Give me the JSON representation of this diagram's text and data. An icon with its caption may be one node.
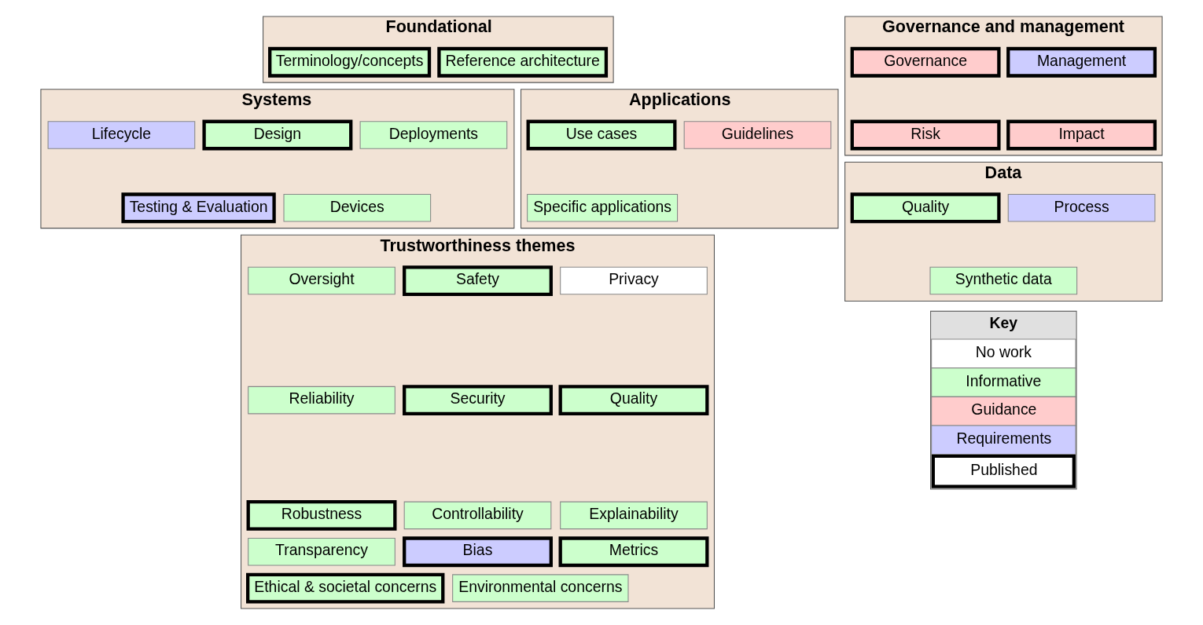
{
  "diagram": {
    "nodes": [
      {
        "text": [
          "Foundational"
        ]
      },
      {
        "text": [
          "Terminology/concepts"
        ],
        "in": 0
      },
      {
        "text": [
          "Reference architecture"
        ],
        "in": 0
      },
      {
        "text": [
          "Governance and management"
        ]
      },
      {
        "text": [
          "Governance"
        ],
        "in": 3
      },
      {
        "text": [
          "Management"
        ],
        "in": 3
      },
      {
        "text": [
          "Risk"
        ],
        "in": 3
      },
      {
        "text": [
          "Impact"
        ],
        "in": 3
      },
      {
        "text": [
          "Systems"
        ]
      },
      {
        "text": [
          "Lifecycle"
        ],
        "in": 8
      },
      {
        "text": [
          "Design"
        ],
        "in": 8
      },
      {
        "text": [
          "Deployments"
        ],
        "in": 8
      },
      {
        "text": [
          "Testing & Evaluation"
        ],
        "in": 8
      },
      {
        "text": [
          "Devices"
        ],
        "in": 8
      },
      {
        "text": [
          "Applications"
        ]
      },
      {
        "text": [
          "Use cases"
        ],
        "in": 14
      },
      {
        "text": [
          "Guidelines"
        ],
        "in": 14
      },
      {
        "text": [
          "Specific applications"
        ],
        "in": 14
      },
      {
        "text": [
          "Data"
        ]
      },
      {
        "text": [
          "Quality"
        ],
        "in": 18
      },
      {
        "text": [
          "Process"
        ],
        "in": 18
      },
      {
        "text": [
          "Synthetic data"
        ],
        "in": 18
      },
      {
        "text": [
          "Trustworthiness themes"
        ]
      },
      {
        "text": [
          "Oversight"
        ],
        "in": 22
      },
      {
        "text": [
          "Safety"
        ],
        "in": 22
      },
      {
        "text": [
          "Privacy"
        ],
        "in": 22
      },
      {
        "text": [
          "Reliability"
        ],
        "in": 22
      },
      {
        "text": [
          "Security"
        ],
        "in": 22
      },
      {
        "text": [
          "Quality"
        ],
        "in": 22
      },
      {
        "text": [
          "Robustness"
        ],
        "in": 22
      },
      {
        "text": [
          "Controllability"
        ],
        "in": 22
      },
      {
        "text": [
          "Explainability"
        ],
        "in": 22
      },
      {
        "text": [
          "Transparency"
        ],
        "in": 22
      },
      {
        "text": [
          "Bias"
        ],
        "in": 22
      },
      {
        "text": [
          "Metrics"
        ],
        "in": 22
      },
      {
        "text": [
          "Ethical & societal concerns"
        ],
        "in": 22
      },
      {
        "text": [
          "Environmental concerns"
        ],
        "in": 22
      }
    ],
    "labels": [
      "Key"
    ],
    "legend": [
      {
        "text": "No work",
        "color": "#ffffff"
      },
      {
        "text": "Informative",
        "color": "#ccffcc"
      },
      {
        "text": "Guidance",
        "color": "#ffcccc"
      },
      {
        "text": "Requirements",
        "color": "#ccccff"
      },
      {
        "text": "Published"
      }
    ]
  }
}
